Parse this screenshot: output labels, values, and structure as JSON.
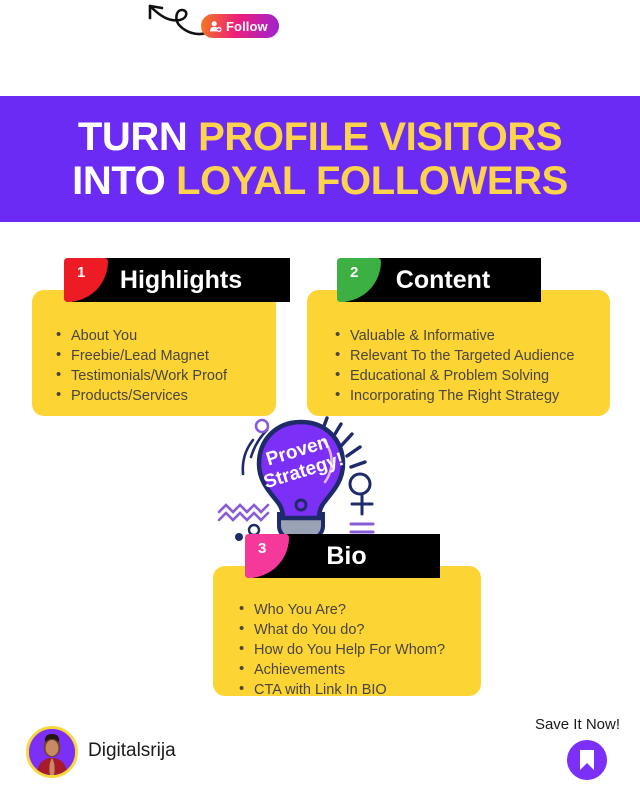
{
  "top": {
    "follow_button_label": "Follow",
    "follow_icon": "person-add-icon",
    "arrow_icon": "curved-arrow-icon"
  },
  "banner": {
    "line1_plain": "TURN ",
    "line1_highlight": "PROFILE VISITORS",
    "line2_plain": "INTO ",
    "line2_highlight": "LOYAL FOLLOWERS",
    "bg_color": "#6B2BF5",
    "plain_color": "#FFFFFF",
    "highlight_color": "#FCD34D"
  },
  "cards": [
    {
      "number": "1",
      "title": "Highlights",
      "badge_color": "#ED1C24",
      "body_color": "#FCD434",
      "items": [
        "About You",
        "Freebie/Lead Magnet",
        "Testimonials/Work Proof",
        "Products/Services"
      ]
    },
    {
      "number": "2",
      "title": "Content",
      "badge_color": "#3CB043",
      "body_color": "#FCD434",
      "items": [
        "Valuable & Informative",
        "Relevant To the Targeted Audience",
        "Educational & Problem Solving",
        "Incorporating The Right Strategy"
      ]
    },
    {
      "number": "3",
      "title": "Bio",
      "badge_color": "#F4399B",
      "body_color": "#FCD434",
      "items": [
        "Who You Are?",
        "What do You do?",
        "How do You Help For Whom?",
        "Achievements",
        "CTA with Link In BIO"
      ]
    }
  ],
  "lightbulb": {
    "text_line1": "Proven",
    "text_line2": "Strategy!",
    "bulb_color": "#7B2FF7",
    "outline_color": "#1F2A6B",
    "icon": "lightbulb-icon"
  },
  "footer": {
    "avatar_icon": "user-avatar",
    "handle": "Digitalsrija",
    "save_label": "Save It Now!",
    "save_icon": "bookmark-icon",
    "save_icon_color": "#7B2FF7"
  }
}
